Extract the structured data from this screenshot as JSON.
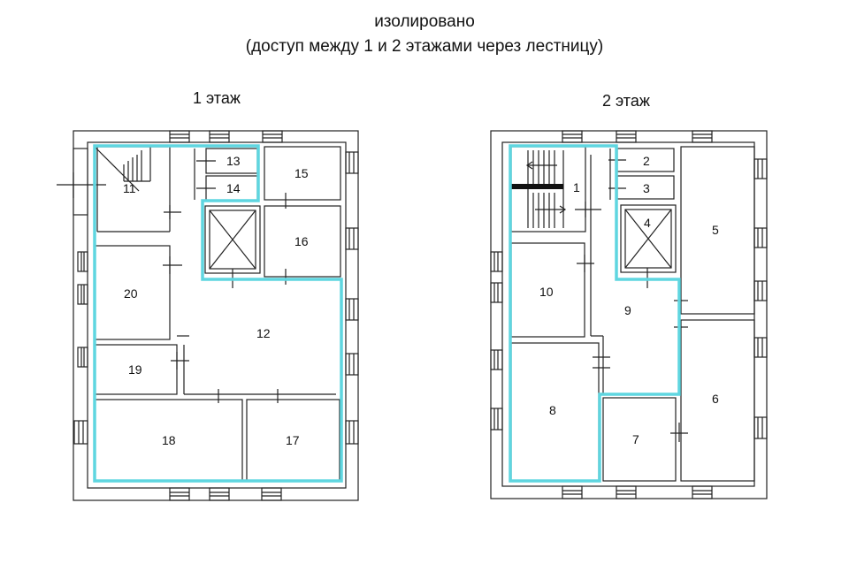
{
  "heading": {
    "line1": "изолировано",
    "line2": "(доступ между 1 и 2 этажами через лестницу)"
  },
  "floors": [
    {
      "label": "1 этаж",
      "rooms": [
        "11",
        "13",
        "14",
        "15",
        "16",
        "20",
        "12",
        "19",
        "18",
        "17"
      ]
    },
    {
      "label": "2 этаж",
      "rooms": [
        "1",
        "2",
        "3",
        "4",
        "5",
        "10",
        "9",
        "6",
        "8",
        "7"
      ]
    }
  ],
  "colors": {
    "wall": "#222222",
    "highlight": "#5fd6e0"
  }
}
